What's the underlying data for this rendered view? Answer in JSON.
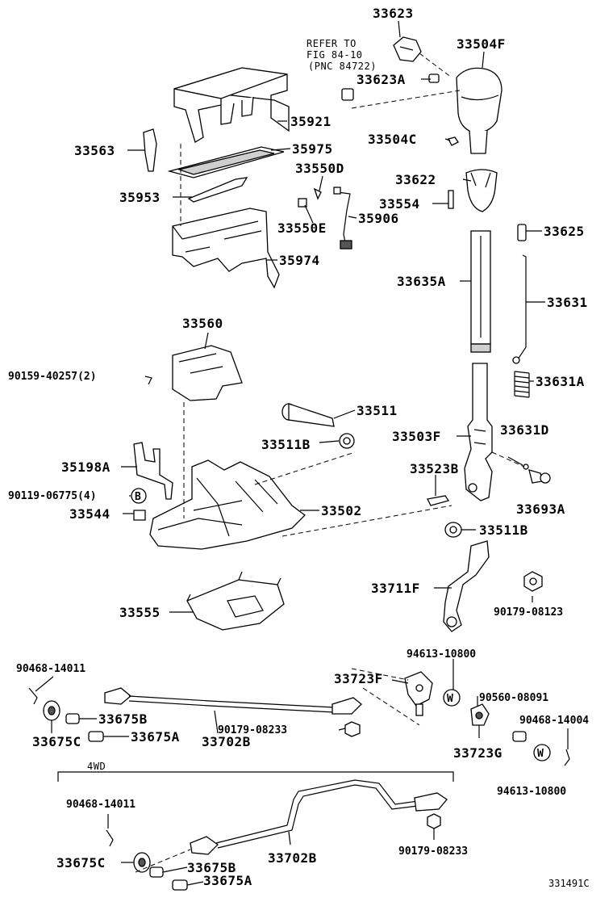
{
  "refer_note": {
    "line1": "REFER TO",
    "line2": "FIG 84-10",
    "line3": "(PNC 84722)"
  },
  "section_label": "4WD",
  "figure_code": "331491C",
  "labels": {
    "p33623": "33623",
    "p33504F": "33504F",
    "p33623A": "33623A",
    "p35921": "35921",
    "p33563": "33563",
    "p35975": "35975",
    "p33504C": "33504C",
    "p33550D": "33550D",
    "p33622": "33622",
    "p35953": "35953",
    "p33554": "33554",
    "p33550E": "33550E",
    "p35906": "35906",
    "p33625": "33625",
    "p35974": "35974",
    "p33635A": "33635A",
    "p33631": "33631",
    "p33560": "33560",
    "p90159": "90159-40257(2)",
    "p33631A": "33631A",
    "p33511": "33511",
    "p33503F": "33503F",
    "p33631D": "33631D",
    "p33511B_top": "33511B",
    "p35198A": "35198A",
    "p33523B": "33523B",
    "p90119": "90119-06775(4)",
    "p33693A": "33693A",
    "p33544": "33544",
    "p33502": "33502",
    "p33511B_right": "33511B",
    "p33711F": "33711F",
    "p33555": "33555",
    "p90179_08123": "90179-08123",
    "p94613_a": "94613-10800",
    "p90468_a": "90468-14011",
    "p33723F": "33723F",
    "p90560": "90560-08091",
    "p33675B_a": "33675B",
    "p90468_b": "90468-14004",
    "p90179_08233_a": "90179-08233",
    "p33675C_a": "33675C",
    "p33675A_a": "33675A",
    "p33702B_a": "33702B",
    "p33723G": "33723G",
    "p94613_b": "94613-10800",
    "p90468_c": "90468-14011",
    "p90179_08233_b": "90179-08233",
    "p33675C_b": "33675C",
    "p33702B_b": "33702B",
    "p33675B_b": "33675B",
    "p33675A_b": "33675A"
  },
  "markers": {
    "b_circle": "B",
    "w_circle": "W"
  }
}
